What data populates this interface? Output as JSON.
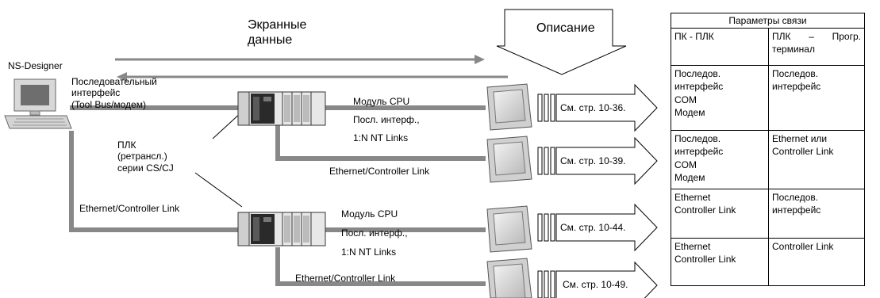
{
  "labels": {
    "screen_data": "Экранные\nданные",
    "description": "Описание",
    "ns_designer": "NS-Designer",
    "serial_interface": "Последовательный\nинтерфейс\n(Tool Bus/модем)",
    "plc_relay": "ПЛК\n(ретрансл.)\nсерии CS/CJ",
    "ethernet_cl_left": "Ethernet/Controller Link",
    "route1": "Модуль CPU\nПосл. интерф.,\n1:N NT Links",
    "route2": "Ethernet/Controller Link",
    "route3": "Модуль CPU\nПосл. интерф.,\n1:N NT Links",
    "route4": "Ethernet/Controller Link"
  },
  "refs": [
    "См. стр. 10-36.",
    "См. стр. 10-39.",
    "См. стр. 10-44.",
    "См. стр. 10-49."
  ],
  "table": {
    "caption": "Параметры связи",
    "col1": "ПК - ПЛК",
    "col2_left": "ПЛК",
    "col2_dash": "–",
    "col2_right": "Прогр.",
    "col2_line2": "терминал",
    "rows": [
      {
        "pc_plc": "Последов.\nинтерфейс\nCOM\nМодем",
        "plc_pt": "Последов.\nинтерфейс"
      },
      {
        "pc_plc": "Последов.\nинтерфейс\nCOM\nМодем",
        "plc_pt": "Ethernet или\nController Link"
      },
      {
        "pc_plc": "Ethernet\nController Link",
        "plc_pt": "Последов.\nинтерфейс"
      },
      {
        "pc_plc": "Ethernet\nController Link",
        "plc_pt": "Controller Link"
      }
    ]
  }
}
